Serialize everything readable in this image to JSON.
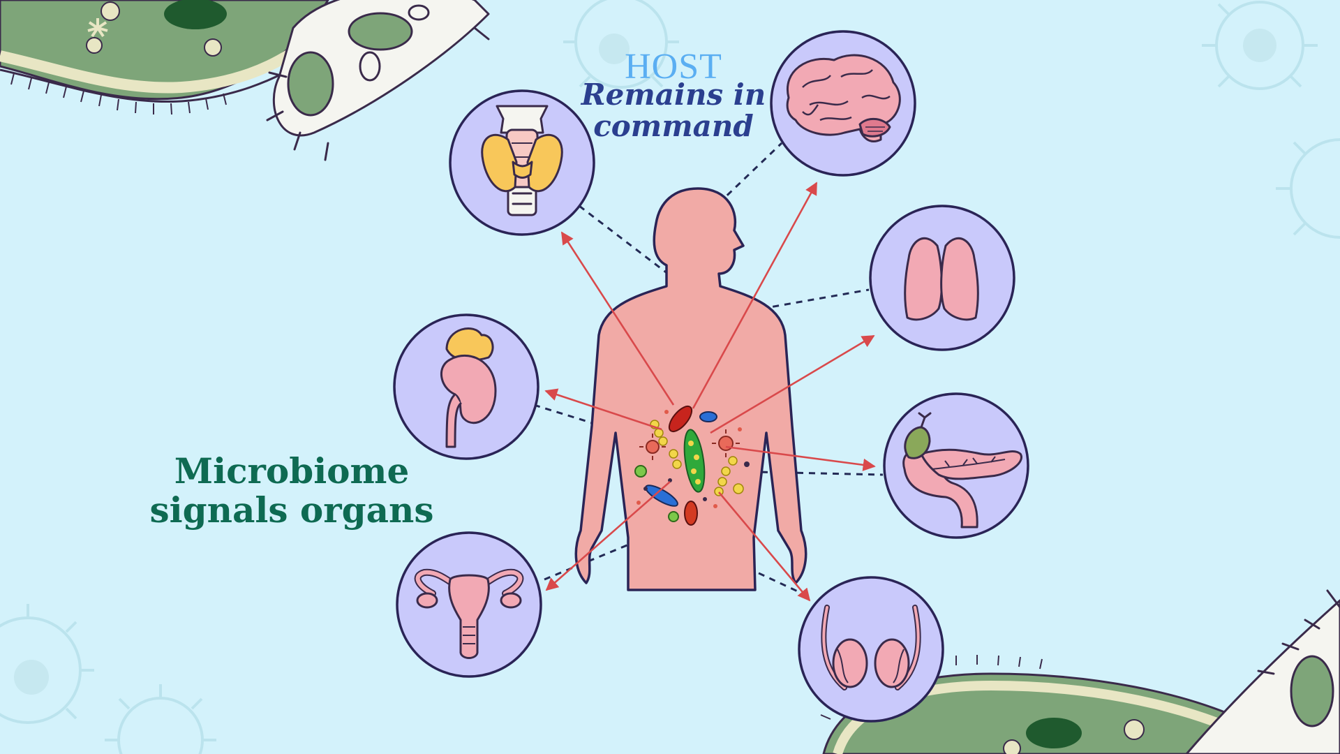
{
  "host": {
    "label": "HOST",
    "line1": "Remains in",
    "line2": "command"
  },
  "microbiome": {
    "line1": "Microbiome",
    "line2": "signals organs"
  },
  "colors": {
    "background": "#d3f2fb",
    "body": "#f1aaa6",
    "organ_circle": "#c9c9fb",
    "arrow": "#d9494b",
    "host_label": "#5aaef2",
    "host_subtitle": "#2b3f8f",
    "microbiome_title": "#0e6a52"
  },
  "organs": [
    {
      "id": "thyroid",
      "icon": "thyroid-icon"
    },
    {
      "id": "brain",
      "icon": "brain-icon"
    },
    {
      "id": "lungs",
      "icon": "lungs-icon"
    },
    {
      "id": "kidney",
      "icon": "kidney-adrenal-icon"
    },
    {
      "id": "pancreas",
      "icon": "pancreas-icon"
    },
    {
      "id": "uterus",
      "icon": "uterus-icon"
    },
    {
      "id": "testes",
      "icon": "testes-icon"
    }
  ]
}
